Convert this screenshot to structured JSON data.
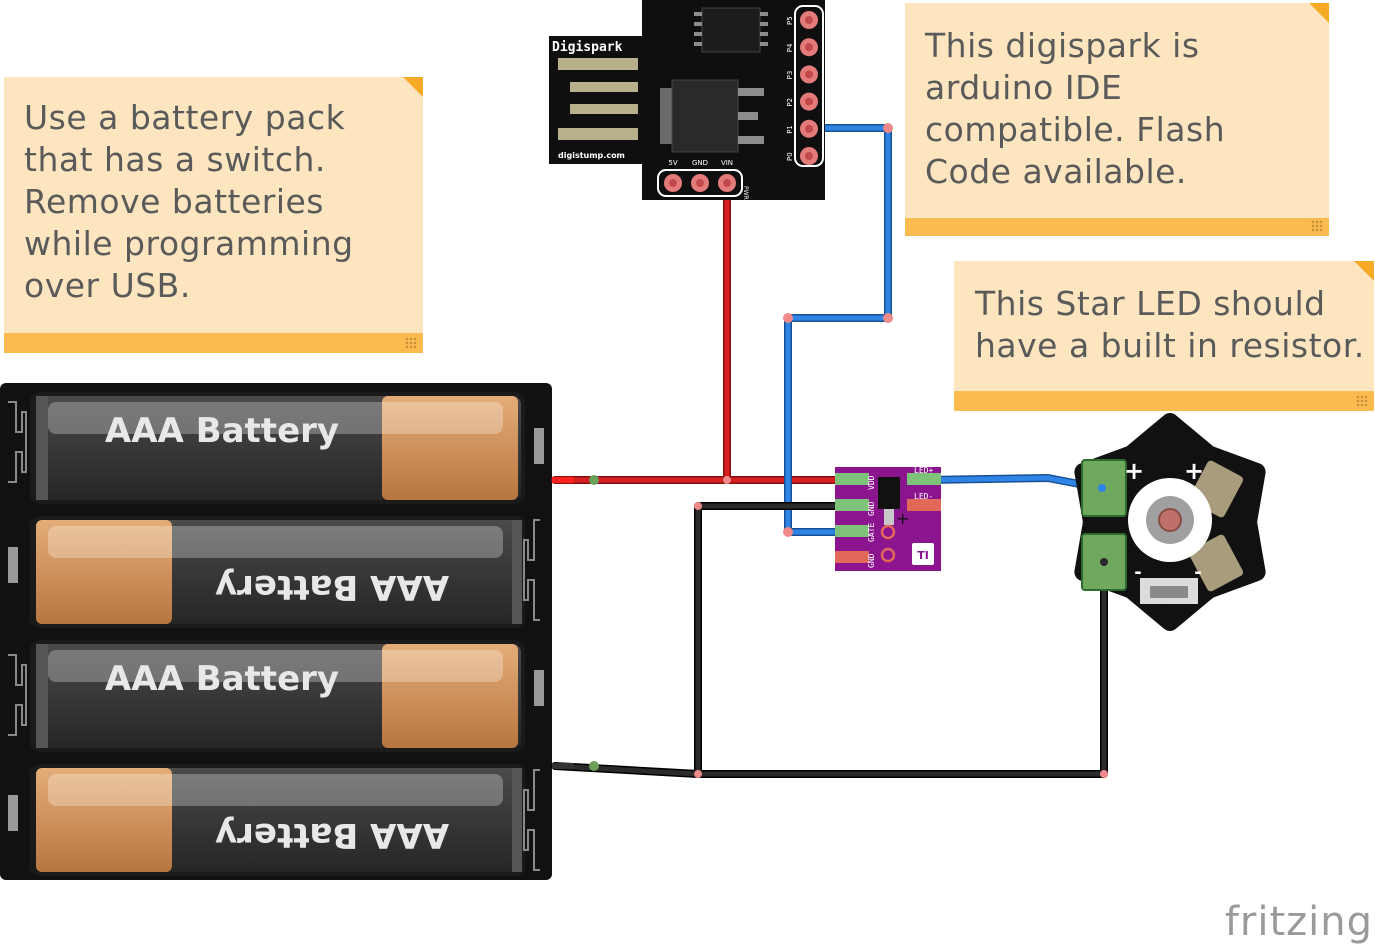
{
  "notes": {
    "battery": "Use a battery pack\nthat has a switch.\nRemove batteries\nwhile programming\nover USB.",
    "digispark": "This digispark is\narduino IDE\ncompatible. Flash\nCode available.",
    "led": "This Star LED should\nhave a built in resistor."
  },
  "battery_pack": {
    "cell_label": "AAA Battery",
    "cells": 4
  },
  "digispark": {
    "title": "Digispark",
    "url": "digistump.com",
    "pins": [
      "P5",
      "P4",
      "P3",
      "P2",
      "P1",
      "P0"
    ],
    "power_pins": [
      "5V",
      "GND",
      "VIN"
    ],
    "pwr_label": "PWR"
  },
  "mosfet": {
    "left_pins": [
      "GND",
      "GATE",
      "GND",
      "VDD"
    ],
    "right_pins": [
      "LED+",
      "LED-"
    ],
    "logo": "TI"
  },
  "star_led": {
    "plus_marks": [
      "+",
      "+"
    ],
    "minus_marks": [
      "-",
      "-"
    ]
  },
  "branding": {
    "logo": "fritzing"
  },
  "colors": {
    "wire_power": "#cc1a1a",
    "wire_signal": "#2a7be0",
    "wire_ground": "#1c1c1c",
    "note_bg": "#fde6bf",
    "note_bar": "#fbbb4e",
    "board_black": "#0f0f0f",
    "mosfet_purple": "#8a158f",
    "battery_copper": "#c98a4e"
  }
}
